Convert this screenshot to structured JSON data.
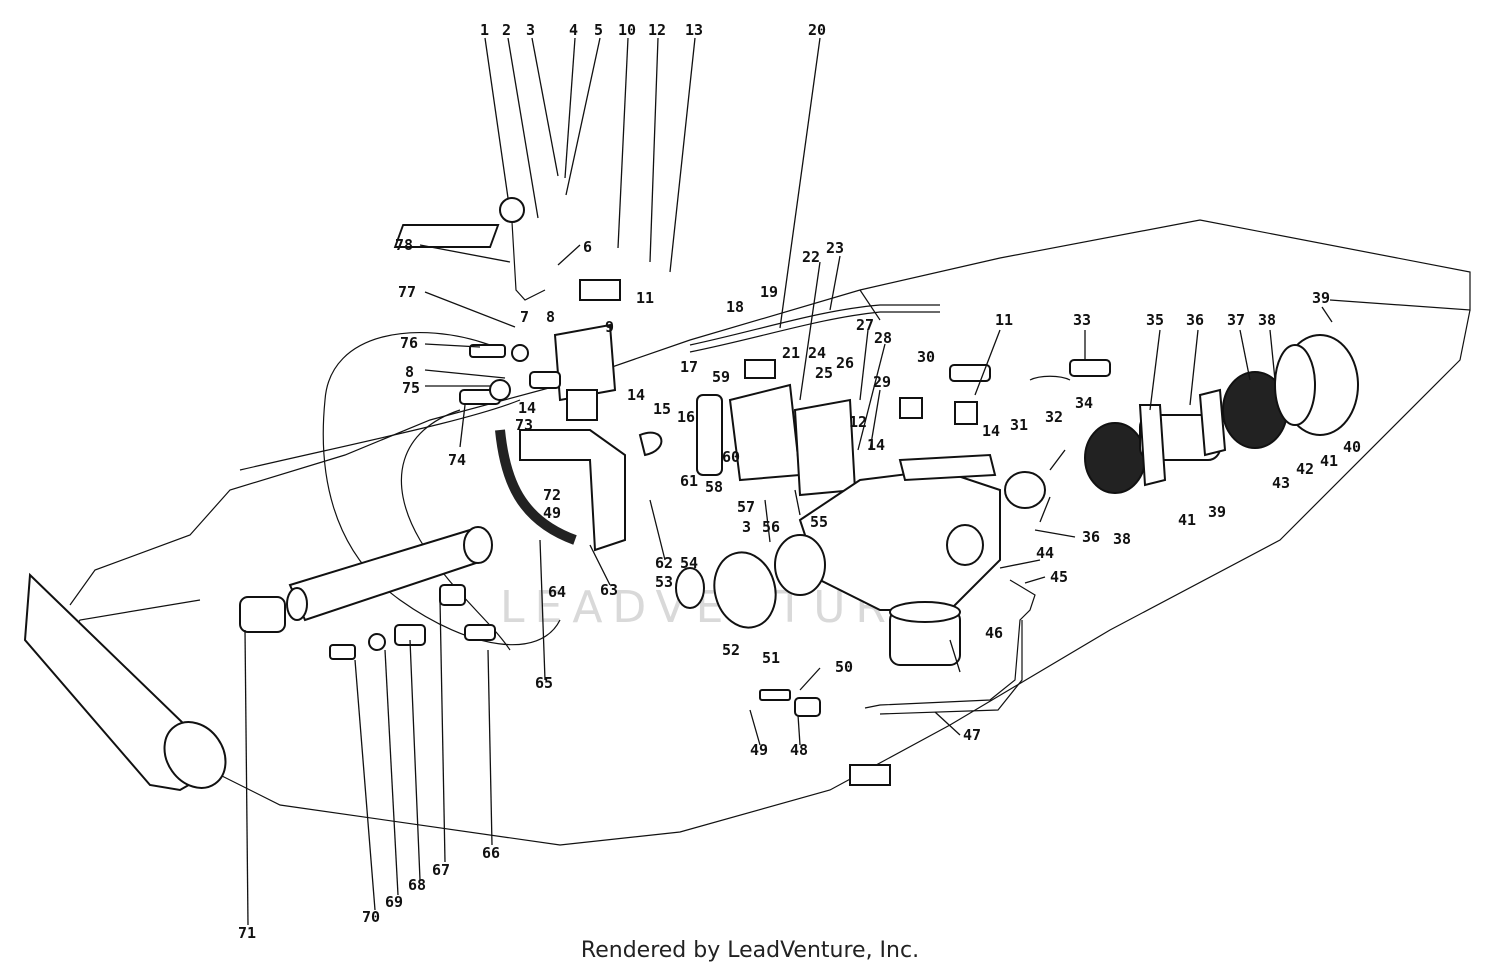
{
  "watermark": "LEADVENTURE",
  "footer": "Rendered by LeadVenture, Inc.",
  "callouts": [
    "1",
    "2",
    "3",
    "4",
    "5",
    "10",
    "12",
    "13",
    "20",
    "6",
    "78",
    "77",
    "7",
    "8",
    "9",
    "11",
    "22",
    "23",
    "18",
    "19",
    "76",
    "8",
    "75",
    "14",
    "73",
    "74",
    "14",
    "17",
    "59",
    "15",
    "16",
    "21",
    "24",
    "25",
    "26",
    "27",
    "28",
    "29",
    "30",
    "11",
    "33",
    "35",
    "36",
    "37",
    "38",
    "39",
    "31",
    "32",
    "34",
    "14",
    "14",
    "61",
    "60",
    "58",
    "57",
    "3",
    "56",
    "55",
    "12",
    "72",
    "49",
    "63",
    "62",
    "64",
    "53",
    "54",
    "52",
    "51",
    "36",
    "38",
    "41",
    "39",
    "40",
    "41",
    "42",
    "43",
    "44",
    "45",
    "46",
    "50",
    "47",
    "49",
    "48",
    "65",
    "66",
    "67",
    "68",
    "69",
    "70",
    "71"
  ]
}
